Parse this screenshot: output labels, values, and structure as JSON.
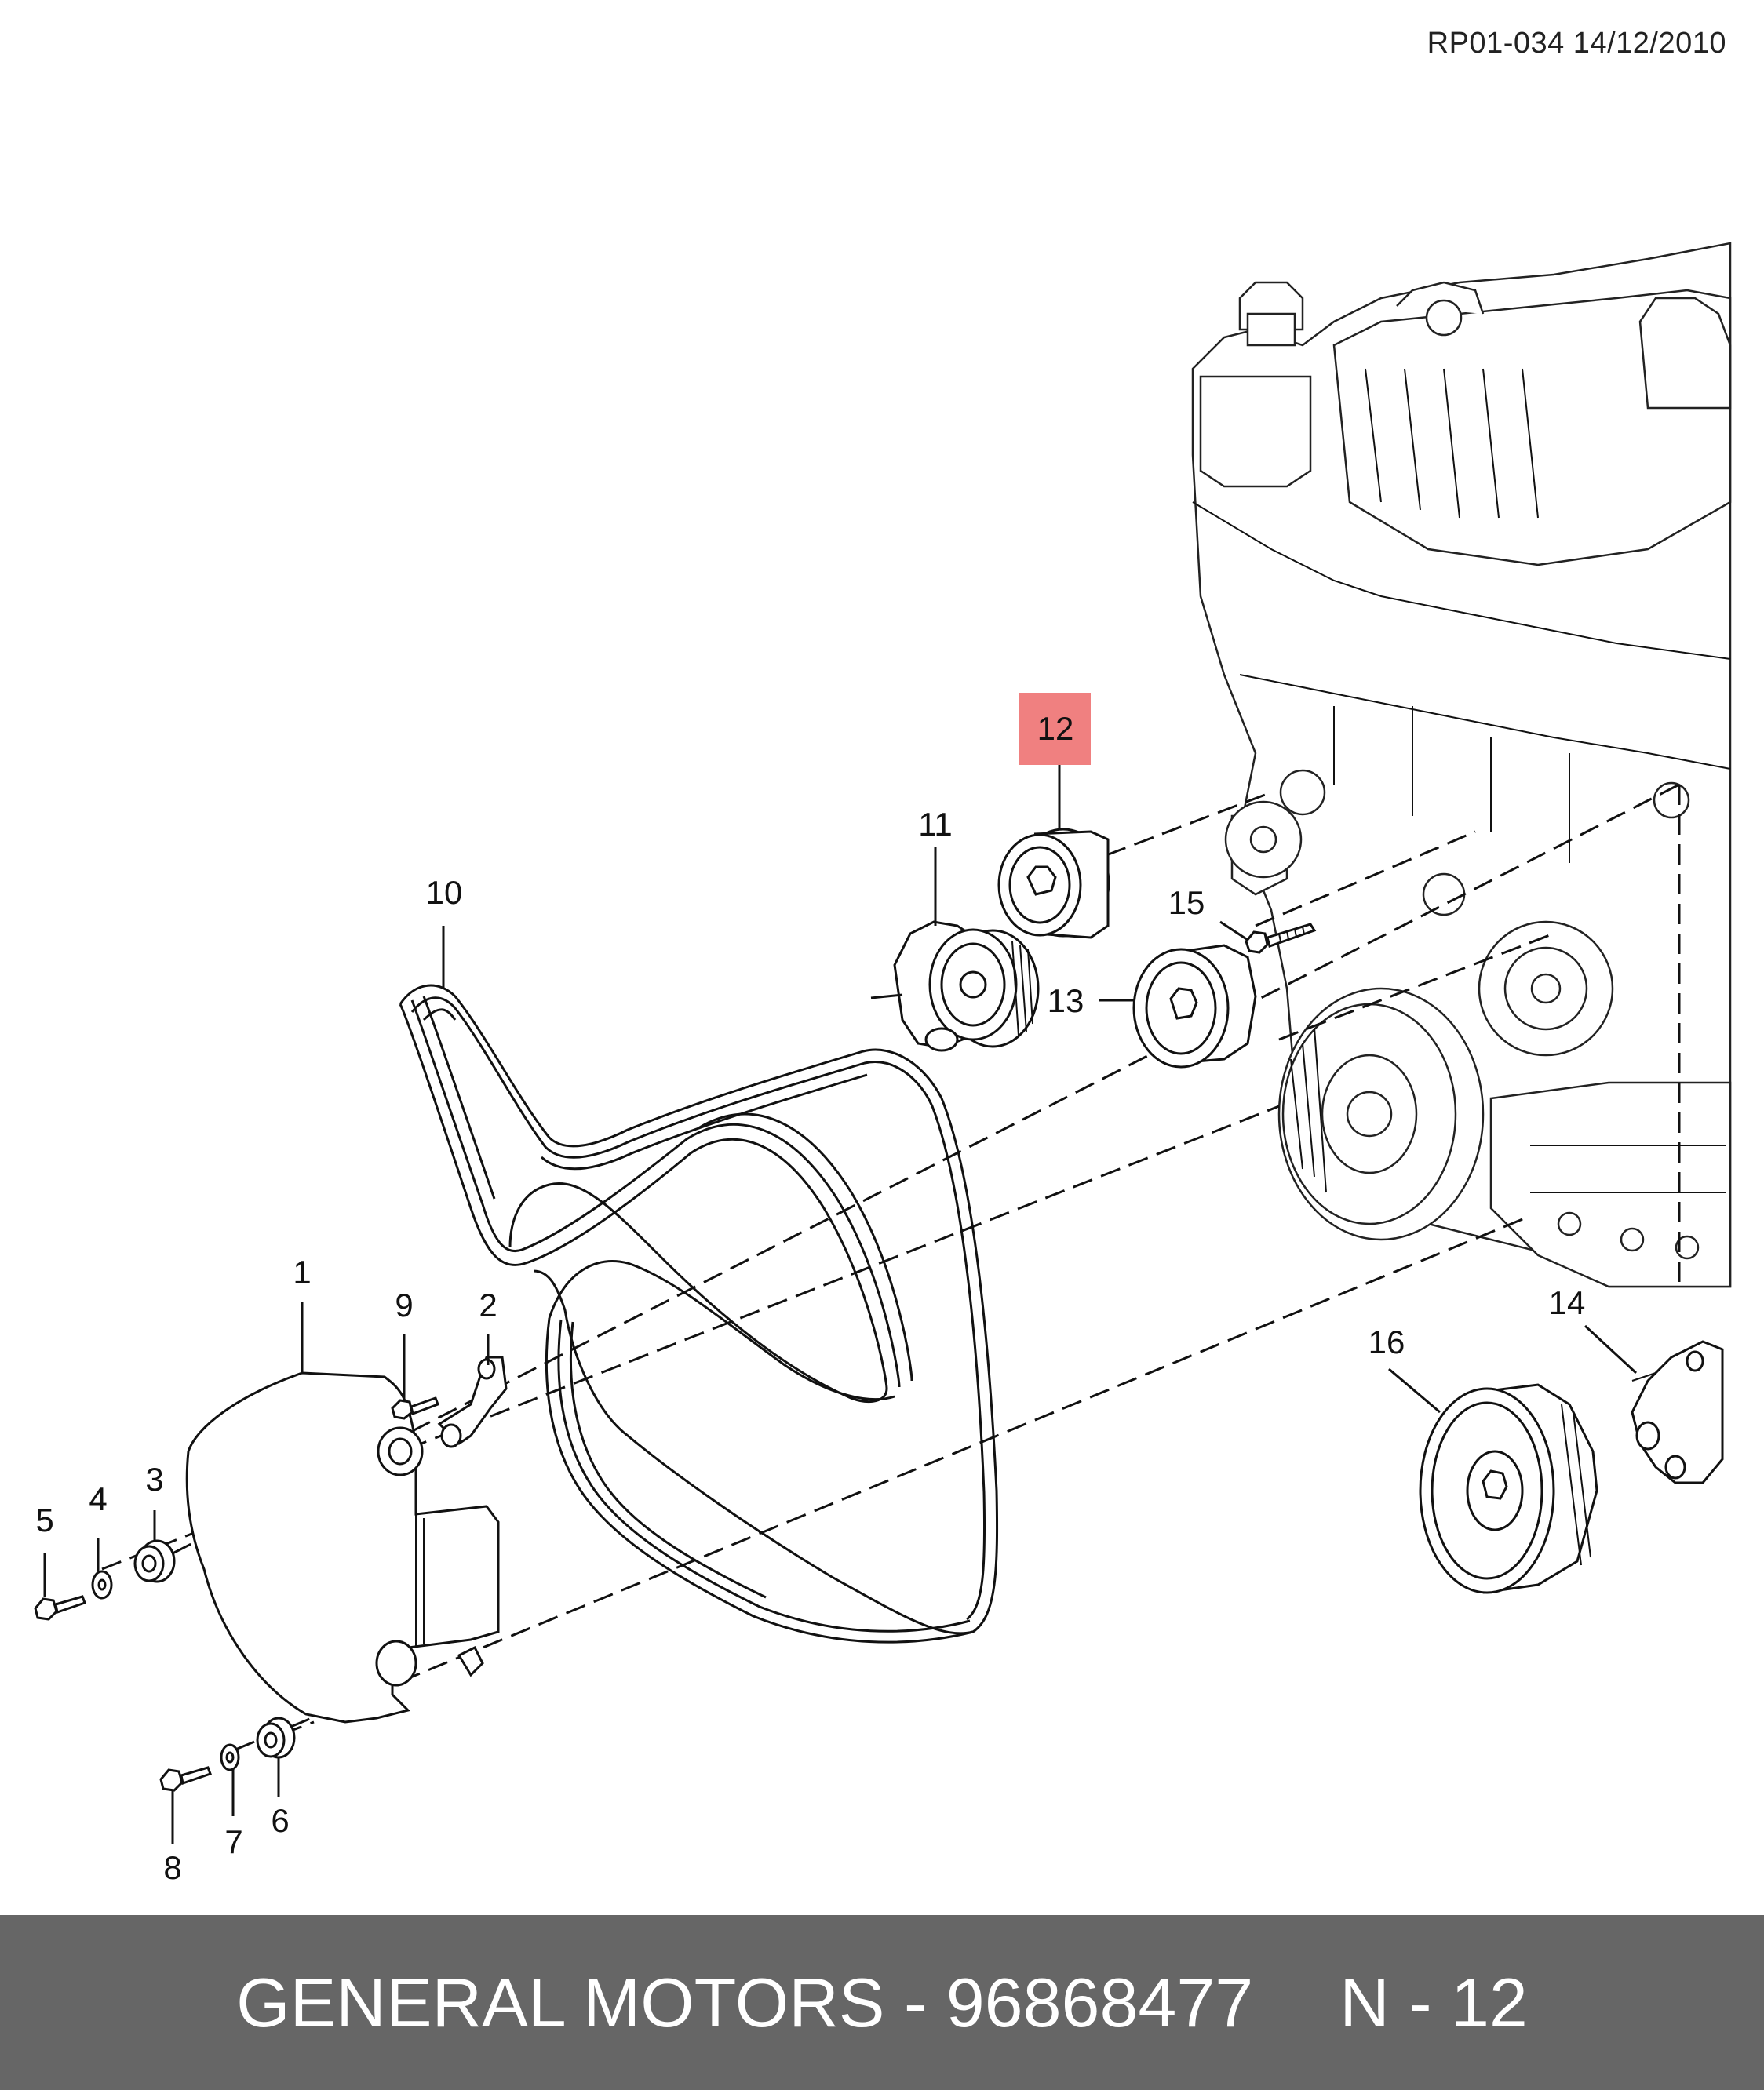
{
  "header": {
    "doc_ref": "RP01-034 14/12/2010"
  },
  "callouts": {
    "c1": "1",
    "c2": "2",
    "c3": "3",
    "c4": "4",
    "c5": "5",
    "c6": "6",
    "c7": "7",
    "c8": "8",
    "c9": "9",
    "c10": "10",
    "c11": "11",
    "c12": "12",
    "c13": "13",
    "c14": "14",
    "c15": "15",
    "c16": "16"
  },
  "highlight": {
    "callout": "12",
    "color": "#f08080"
  },
  "footer": {
    "brand_part": "GENERAL MOTORS - 96868477",
    "page": "N - 12",
    "background": "#666666"
  }
}
